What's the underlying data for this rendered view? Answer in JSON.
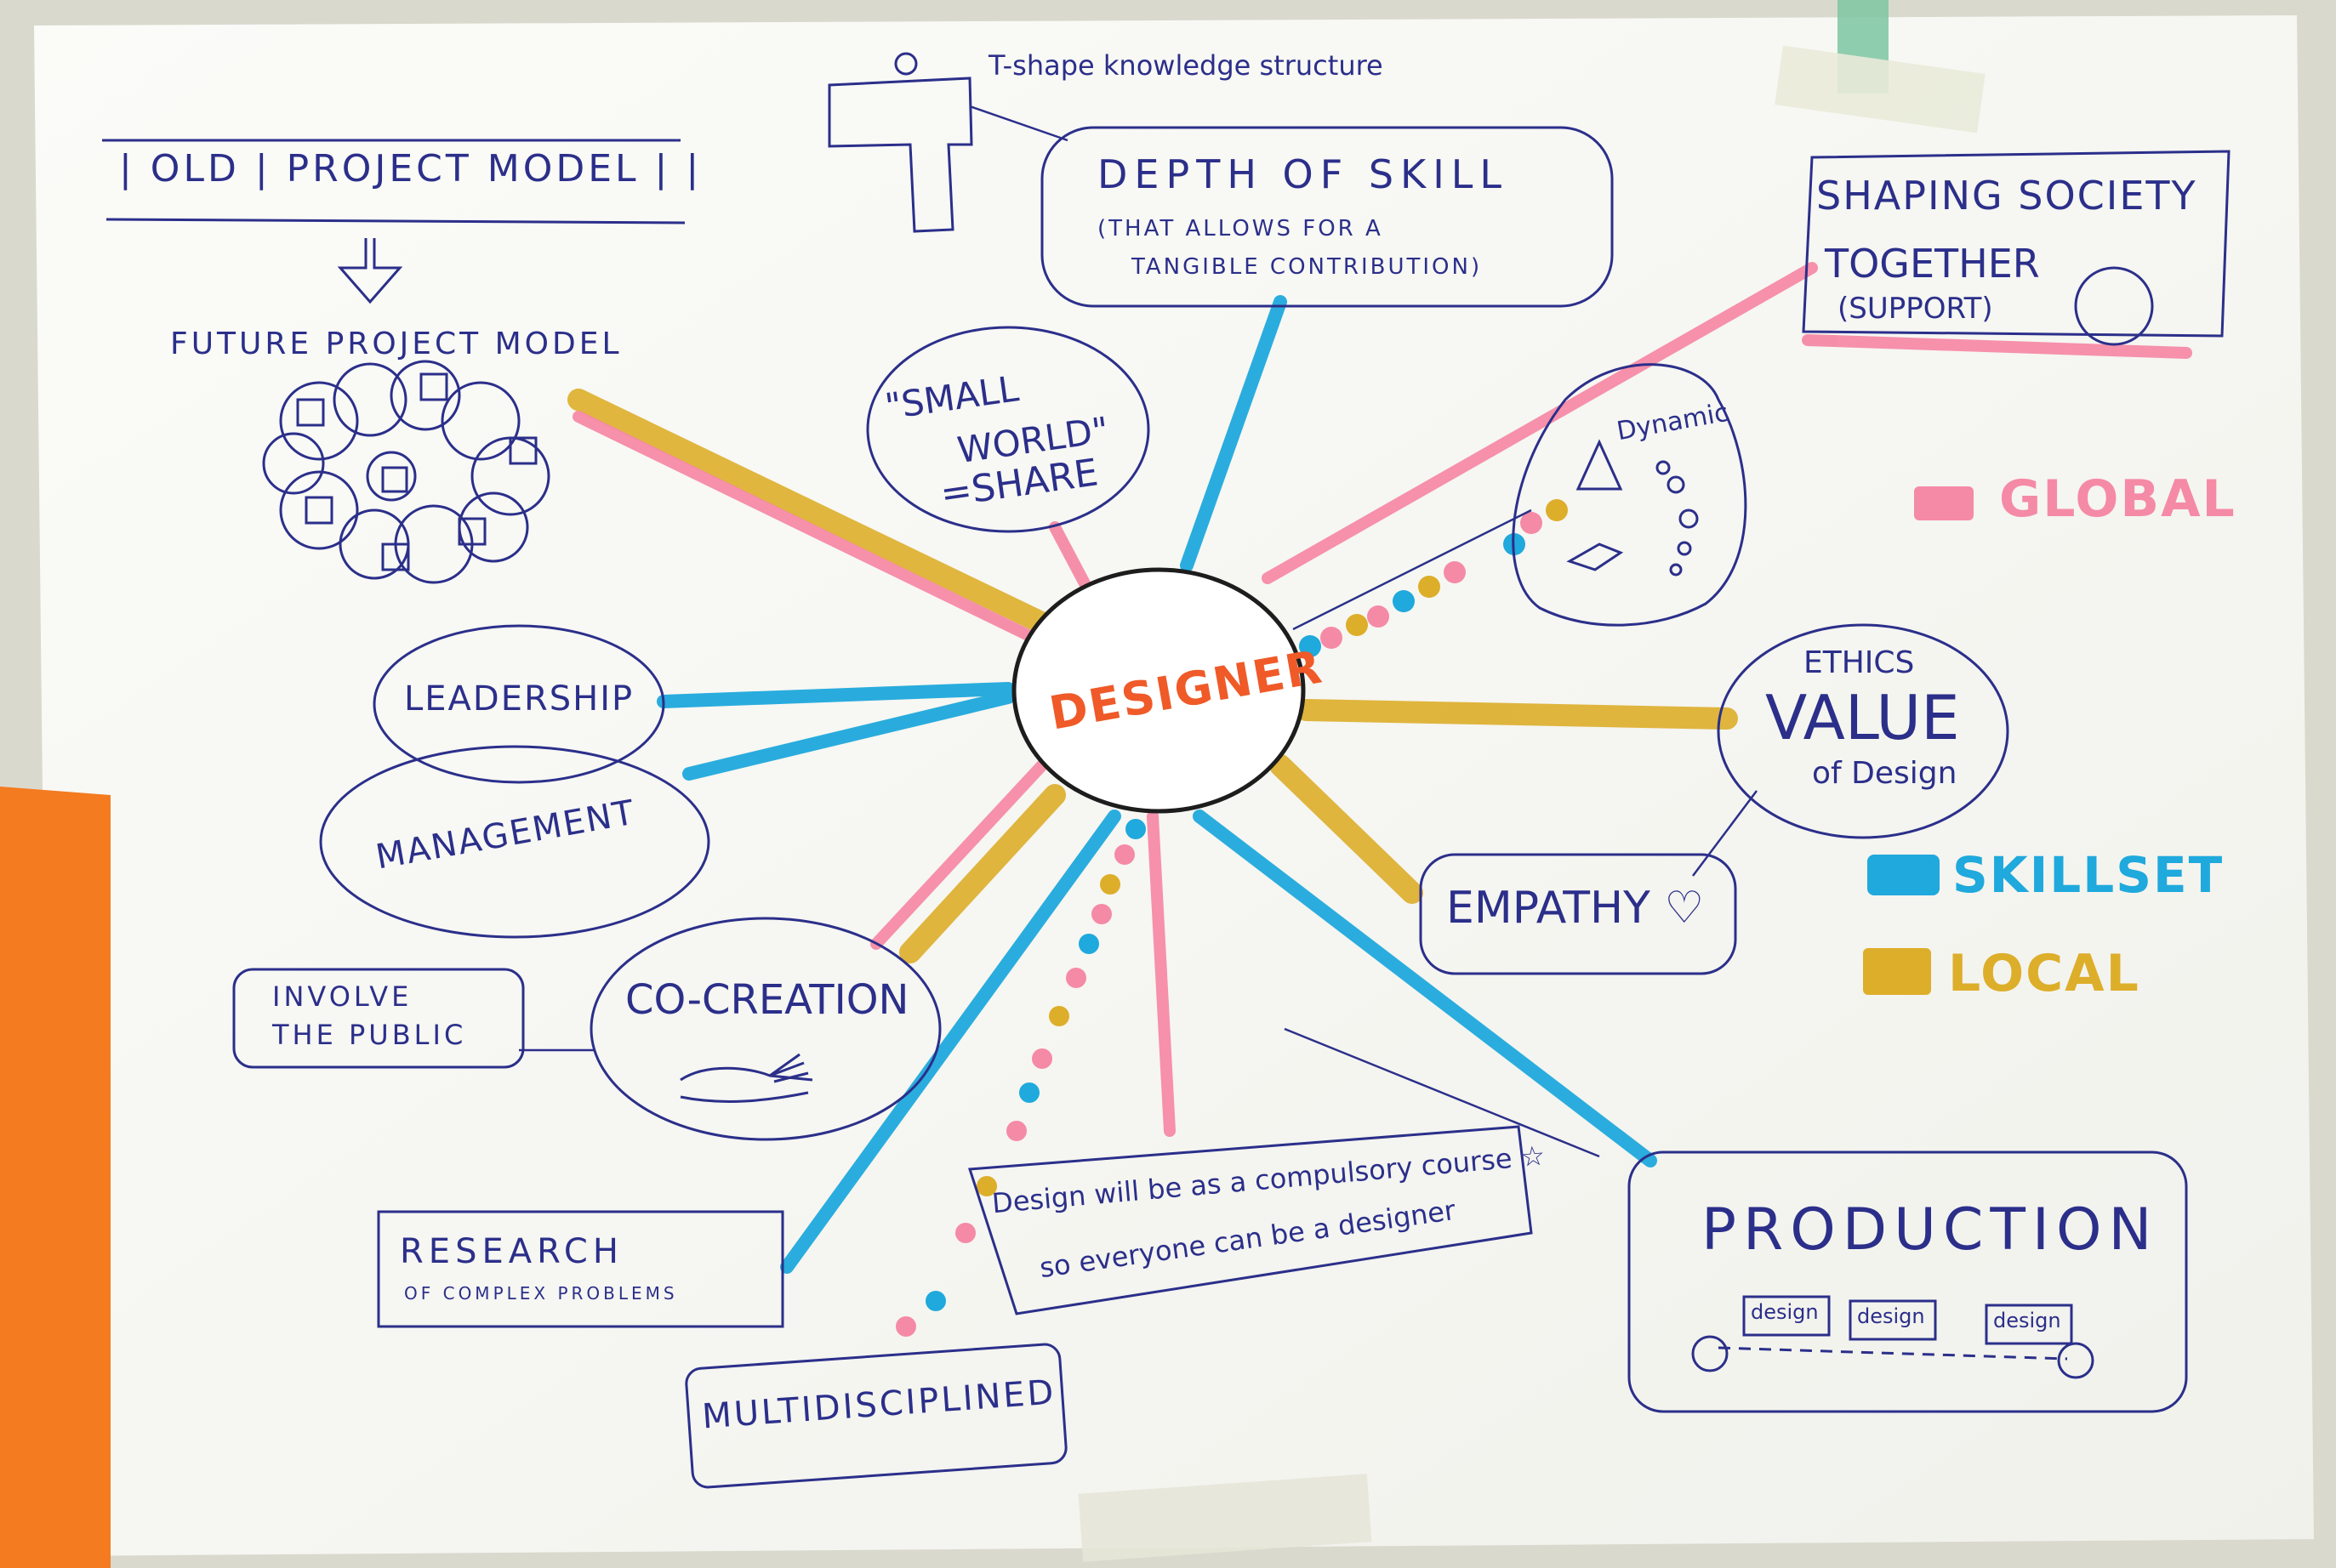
{
  "colors": {
    "paper": "#f7f7f4",
    "ink": "#2b2f8a",
    "global": "#f58aa6",
    "skillset": "#1fa9dc",
    "local": "#ddae2a",
    "designer_text": "#ef5a28",
    "orange_sheet": "#f47b20",
    "tape": "#e9ead9",
    "tape_green": "#7dc6a2"
  },
  "center": {
    "label": "DESIGNER"
  },
  "top": {
    "t_shape": "T-shape knowledge structure",
    "depth_title": "DEPTH OF SKILL",
    "depth_sub1": "(THAT ALLOWS FOR A",
    "depth_sub2": "TANGIBLE CONTRIBUTION)",
    "old_model": "| OLD | PROJECT MODEL | |",
    "future_model": "FUTURE PROJECT MODEL",
    "small_world_1": "\"SMALL",
    "small_world_2": "WORLD\"",
    "small_world_3": "=SHARE"
  },
  "right": {
    "shaping_1": "SHAPING SOCIETY",
    "shaping_2": "TOGETHER",
    "shaping_3": "(SUPPORT)",
    "dynamic": "Dynamic",
    "ethics": "ETHICS",
    "value": "VALUE",
    "of_design": "of Design",
    "empathy": "EMPATHY ♡"
  },
  "left": {
    "leadership": "LEADERSHIP",
    "management": "MANAGEMENT",
    "involve_1": "INVOLVE",
    "involve_2": "THE PUBLIC",
    "cocreation": "CO-CREATION",
    "research_1": "RESEARCH",
    "research_2": "OF COMPLEX PROBLEMS"
  },
  "bottom": {
    "course_1": "Design will be as a compulsory course ☆",
    "course_2": "so everyone can be a designer",
    "multi": "MULTIDISCIPLINED",
    "production": "PRODUCTION",
    "design_a": "design",
    "design_b": "design",
    "design_c": "design"
  },
  "legend": {
    "global": "GLOBAL",
    "skillset": "SKILLSET",
    "local": "LOCAL"
  }
}
